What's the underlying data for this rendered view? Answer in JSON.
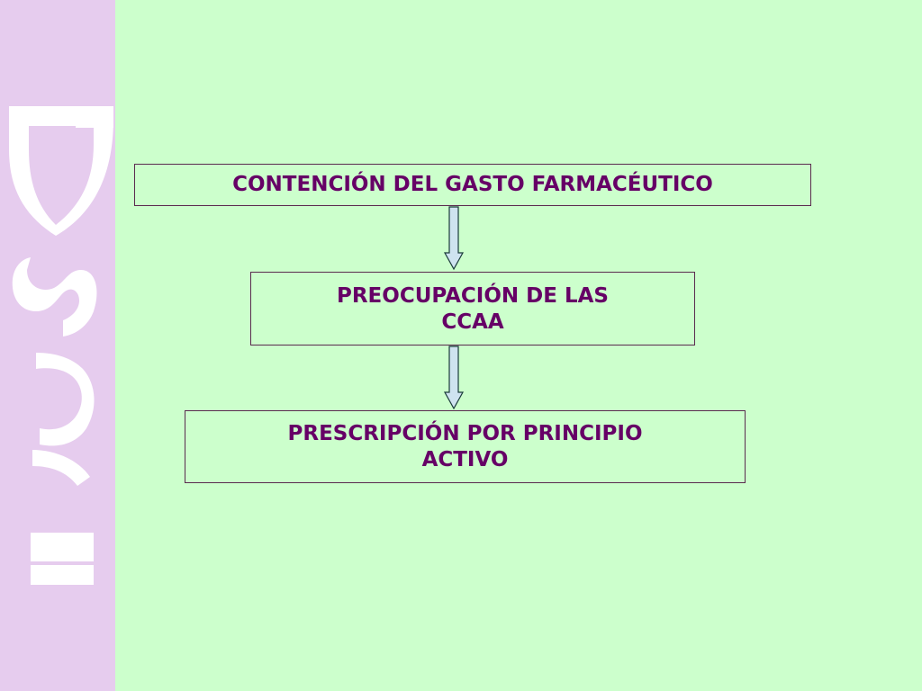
{
  "slide": {
    "background": "#ccffcc",
    "side_band_color": "#e6ccee",
    "logo": {
      "icon": "psi-logo-icon",
      "text": "psi"
    }
  },
  "diagram": {
    "text_color": "#660066",
    "boxes": [
      {
        "line1": "CONTENCIÓN DEL GASTO FARMACÉUTICO",
        "line2": ""
      },
      {
        "line1": "PREOCUPACIÓN DE LAS",
        "line2": "CCAA"
      },
      {
        "line1": "PRESCRIPCIÓN POR PRINCIPIO",
        "line2": "ACTIVO"
      }
    ],
    "arrows": [
      {
        "from": 0,
        "to": 1,
        "color": "#cfe3f0"
      },
      {
        "from": 1,
        "to": 2,
        "color": "#cfe3f0"
      }
    ]
  }
}
